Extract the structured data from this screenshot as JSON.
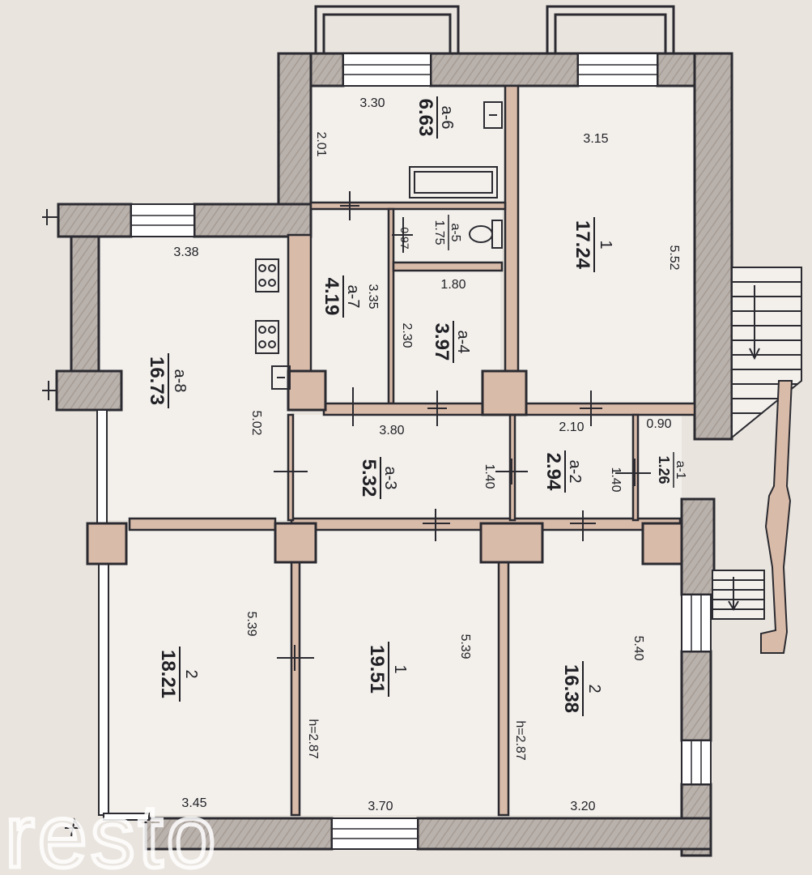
{
  "rooms": [
    {
      "id": "a6",
      "code": "a-6",
      "area": "6.63"
    },
    {
      "id": "a5",
      "code": "a-5",
      "area": "1.75"
    },
    {
      "id": "a7",
      "code": "a-7",
      "area": "4.19"
    },
    {
      "id": "a4",
      "code": "a-4",
      "area": "3.97"
    },
    {
      "id": "r1t",
      "code": "1",
      "area": "17.24"
    },
    {
      "id": "a8",
      "code": "a-8",
      "area": "16.73"
    },
    {
      "id": "a3",
      "code": "a-3",
      "area": "5.32"
    },
    {
      "id": "a2",
      "code": "a-2",
      "area": "2.94"
    },
    {
      "id": "a1",
      "code": "a-1",
      "area": "1.26"
    },
    {
      "id": "r2l",
      "code": "2",
      "area": "18.21"
    },
    {
      "id": "r1b",
      "code": "1",
      "area": "19.51"
    },
    {
      "id": "r2r",
      "code": "2",
      "area": "16.38"
    }
  ],
  "dimensions": {
    "a6_width": "3.30",
    "a6_height": "2.01",
    "r1t_width": "3.15",
    "r1t_height": "5.52",
    "a8_width": "3.38",
    "a8_height": "5.02",
    "a7_height": "3.35",
    "a5_height": "0.97",
    "a4_width": "1.80",
    "a4_height": "2.30",
    "a3_width": "3.80",
    "a3_height": "1.40",
    "a2_width": "2.10",
    "a2_height": "1.40",
    "a1_width": "0.90",
    "r2l_height": "5.39",
    "r2l_width": "3.45",
    "r1b_height": "5.39",
    "r1b_width": "3.70",
    "r1b_ceiling": "h=2.87",
    "r2r_height": "5.40",
    "r2r_width": "3.20",
    "r2r_ceiling": "h=2.87"
  },
  "watermark": "resto",
  "colors": {
    "paper": "#e9e4de",
    "room_fill": "#f3f0ec",
    "wall_fill": "#b4aca6",
    "column_fill": "#d9bba9",
    "line": "#2a2a30",
    "text": "#1f1f24"
  }
}
